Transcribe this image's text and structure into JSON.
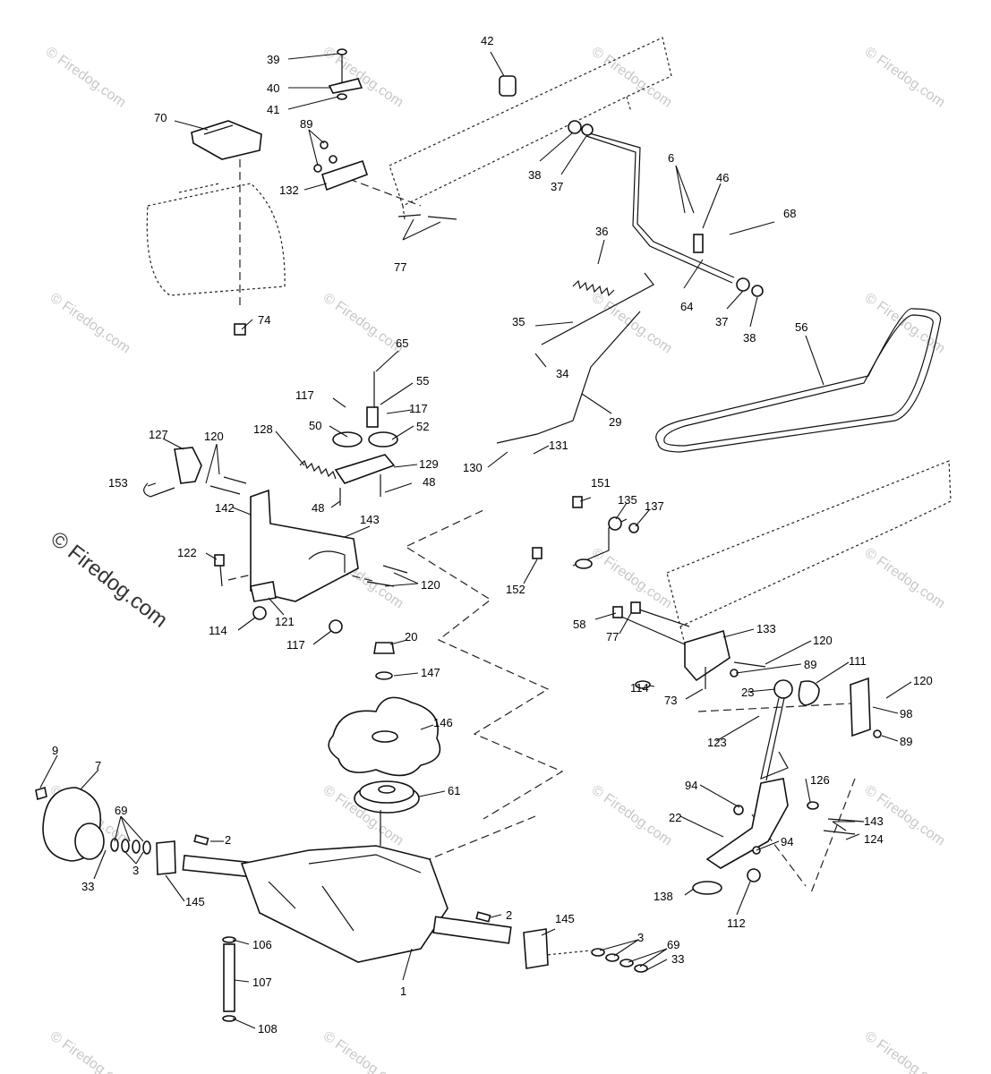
{
  "watermark": {
    "small": "© Firedog.com",
    "large": "© Firedog.com"
  },
  "part_numbers": {
    "p1": "1",
    "p2a": "2",
    "p2b": "2",
    "p3a": "3",
    "p3b": "3",
    "p6": "6",
    "p7": "7",
    "p9": "9",
    "p20": "20",
    "p22": "22",
    "p23": "23",
    "p29": "29",
    "p33a": "33",
    "p33b": "33",
    "p34": "34",
    "p35": "35",
    "p36": "36",
    "p37a": "37",
    "p37b": "37",
    "p38a": "38",
    "p38b": "38",
    "p39": "39",
    "p40": "40",
    "p41": "41",
    "p42": "42",
    "p46": "46",
    "p48a": "48",
    "p48b": "48",
    "p50": "50",
    "p52": "52",
    "p55": "55",
    "p56": "56",
    "p58": "58",
    "p61": "61",
    "p64": "64",
    "p65": "65",
    "p68": "68",
    "p69a": "69",
    "p69b": "69",
    "p70": "70",
    "p73": "73",
    "p74": "74",
    "p77a": "77",
    "p77b": "77",
    "p89a": "89",
    "p89b": "89",
    "p89c": "89",
    "p94a": "94",
    "p94b": "94",
    "p98": "98",
    "p106": "106",
    "p107": "107",
    "p108": "108",
    "p111": "111",
    "p112": "112",
    "p114a": "114",
    "p114b": "114",
    "p117a": "117",
    "p117b": "117",
    "p117c": "117",
    "p120a": "120",
    "p120b": "120",
    "p120c": "120",
    "p120d": "120",
    "p121": "121",
    "p122": "122",
    "p123": "123",
    "p124": "124",
    "p126": "126",
    "p127": "127",
    "p128": "128",
    "p129": "129",
    "p130": "130",
    "p131": "131",
    "p132": "132",
    "p133": "133",
    "p135": "135",
    "p137": "137",
    "p138": "138",
    "p142": "142",
    "p143a": "143",
    "p143b": "143",
    "p145a": "145",
    "p145b": "145",
    "p146": "146",
    "p147": "147",
    "p151": "151",
    "p152": "152",
    "p153": "153"
  }
}
